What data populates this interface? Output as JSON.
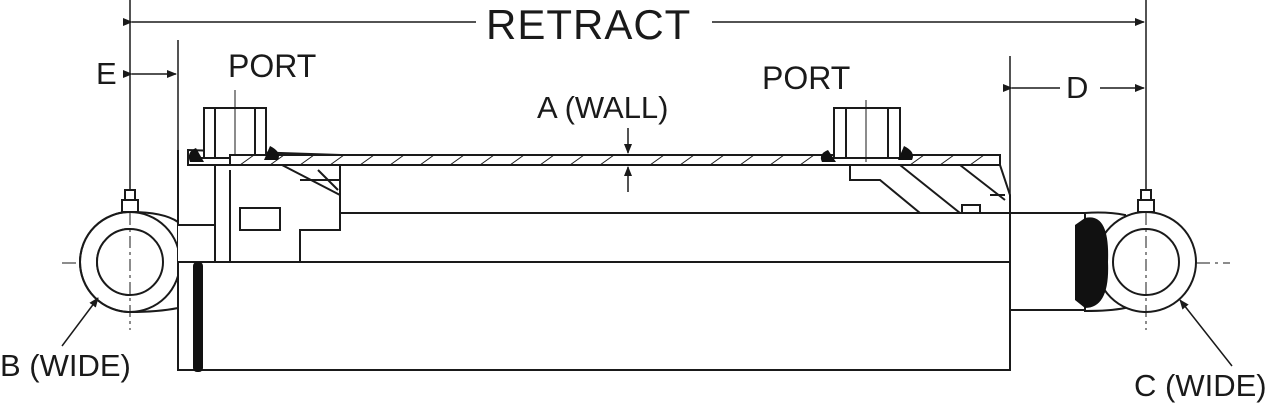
{
  "labels": {
    "retract": "RETRACT",
    "port_left": "PORT",
    "port_right": "PORT",
    "wall": "A (WALL)",
    "e": "E",
    "d": "D",
    "b": "B (WIDE)",
    "c": "C (WIDE)"
  },
  "colors": {
    "line": "#1a1a1a",
    "fill": "#ffffff",
    "hatch": "#1a1a1a",
    "seal": "#111111"
  }
}
